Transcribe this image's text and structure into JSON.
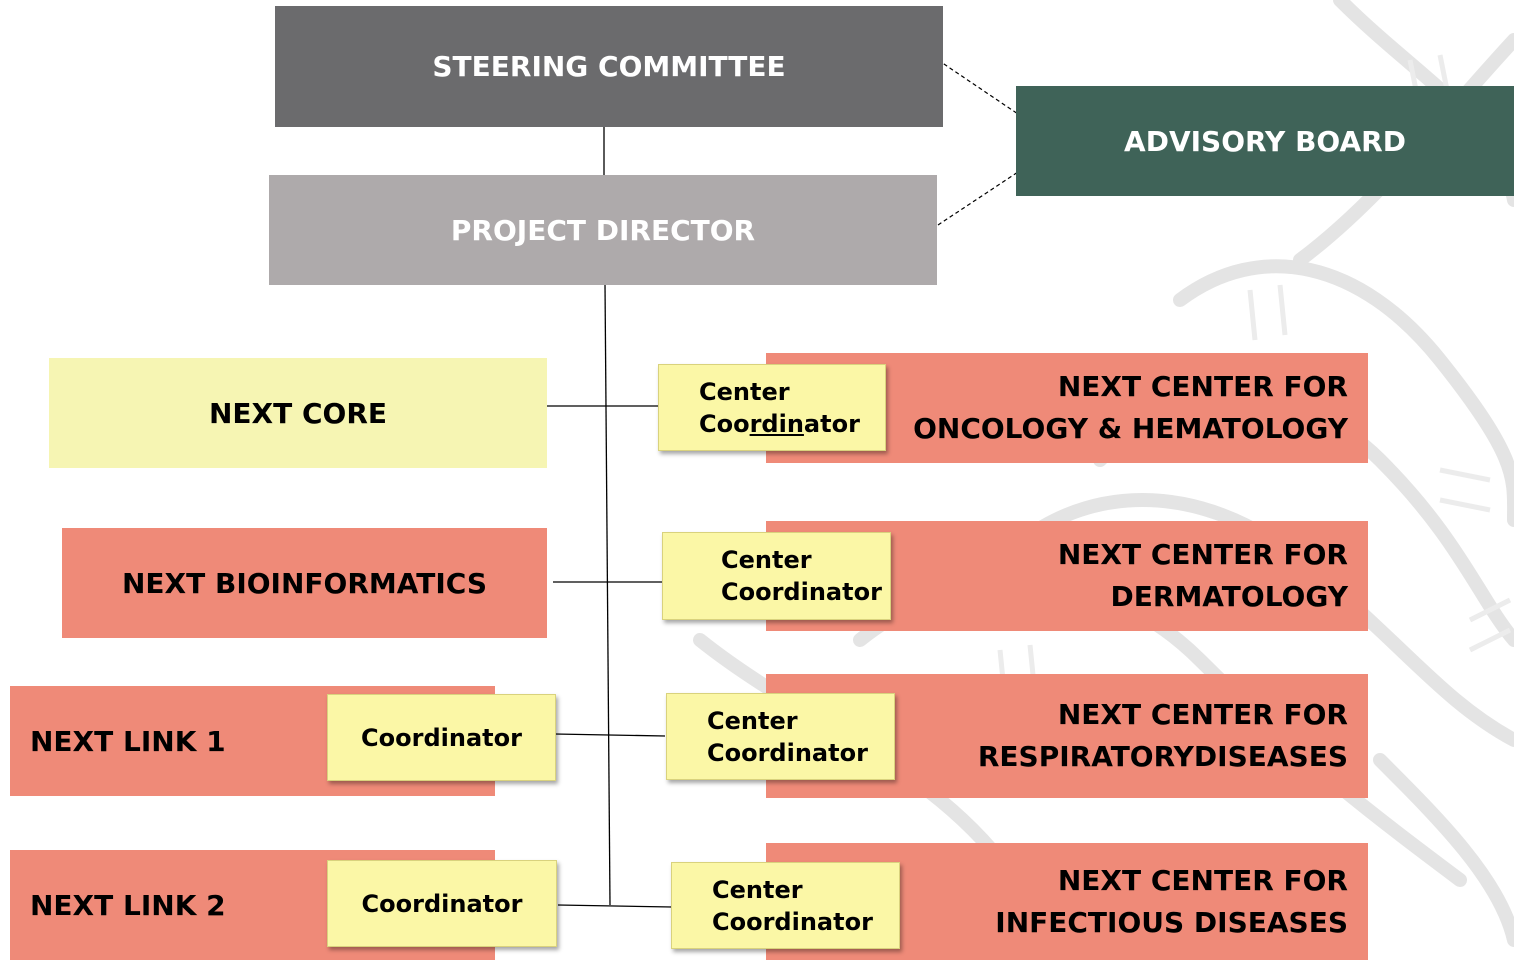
{
  "steering_committee": "STEERING COMMITTEE",
  "advisory_board": "ADVISORY BOARD",
  "project_director": "PROJECT DIRECTOR",
  "units": {
    "core": "NEXT CORE",
    "bioinformatics": "NEXT BIOINFORMATICS",
    "link1": "NEXT LINK 1",
    "link2": "NEXT LINK 2"
  },
  "centers": [
    {
      "line1": "NEXT CENTER FOR",
      "line2": "ONCOLOGY & HEMATOLOGY"
    },
    {
      "line1": "NEXT CENTER FOR",
      "line2": "DERMATOLOGY"
    },
    {
      "line1": "NEXT CENTER FOR",
      "line2": "RESPIRATORYDISEASES"
    },
    {
      "line1": "NEXT CENTER FOR",
      "line2": "INFECTIOUS DISEASES"
    }
  ],
  "notes": {
    "center_line1": "Center",
    "center_line2_a": "Coo",
    "center_line2_b": "rdin",
    "center_line2_c": "ator",
    "center_coordinator_line2": "Coordinator",
    "coordinator": "Coordinator"
  },
  "colors": {
    "steering": "#6b6b6d",
    "director": "#aeaaab",
    "advisory": "#3f6358",
    "core": "#f6f5b3",
    "units": "#ef8a78",
    "notes": "#fbf7a6"
  }
}
